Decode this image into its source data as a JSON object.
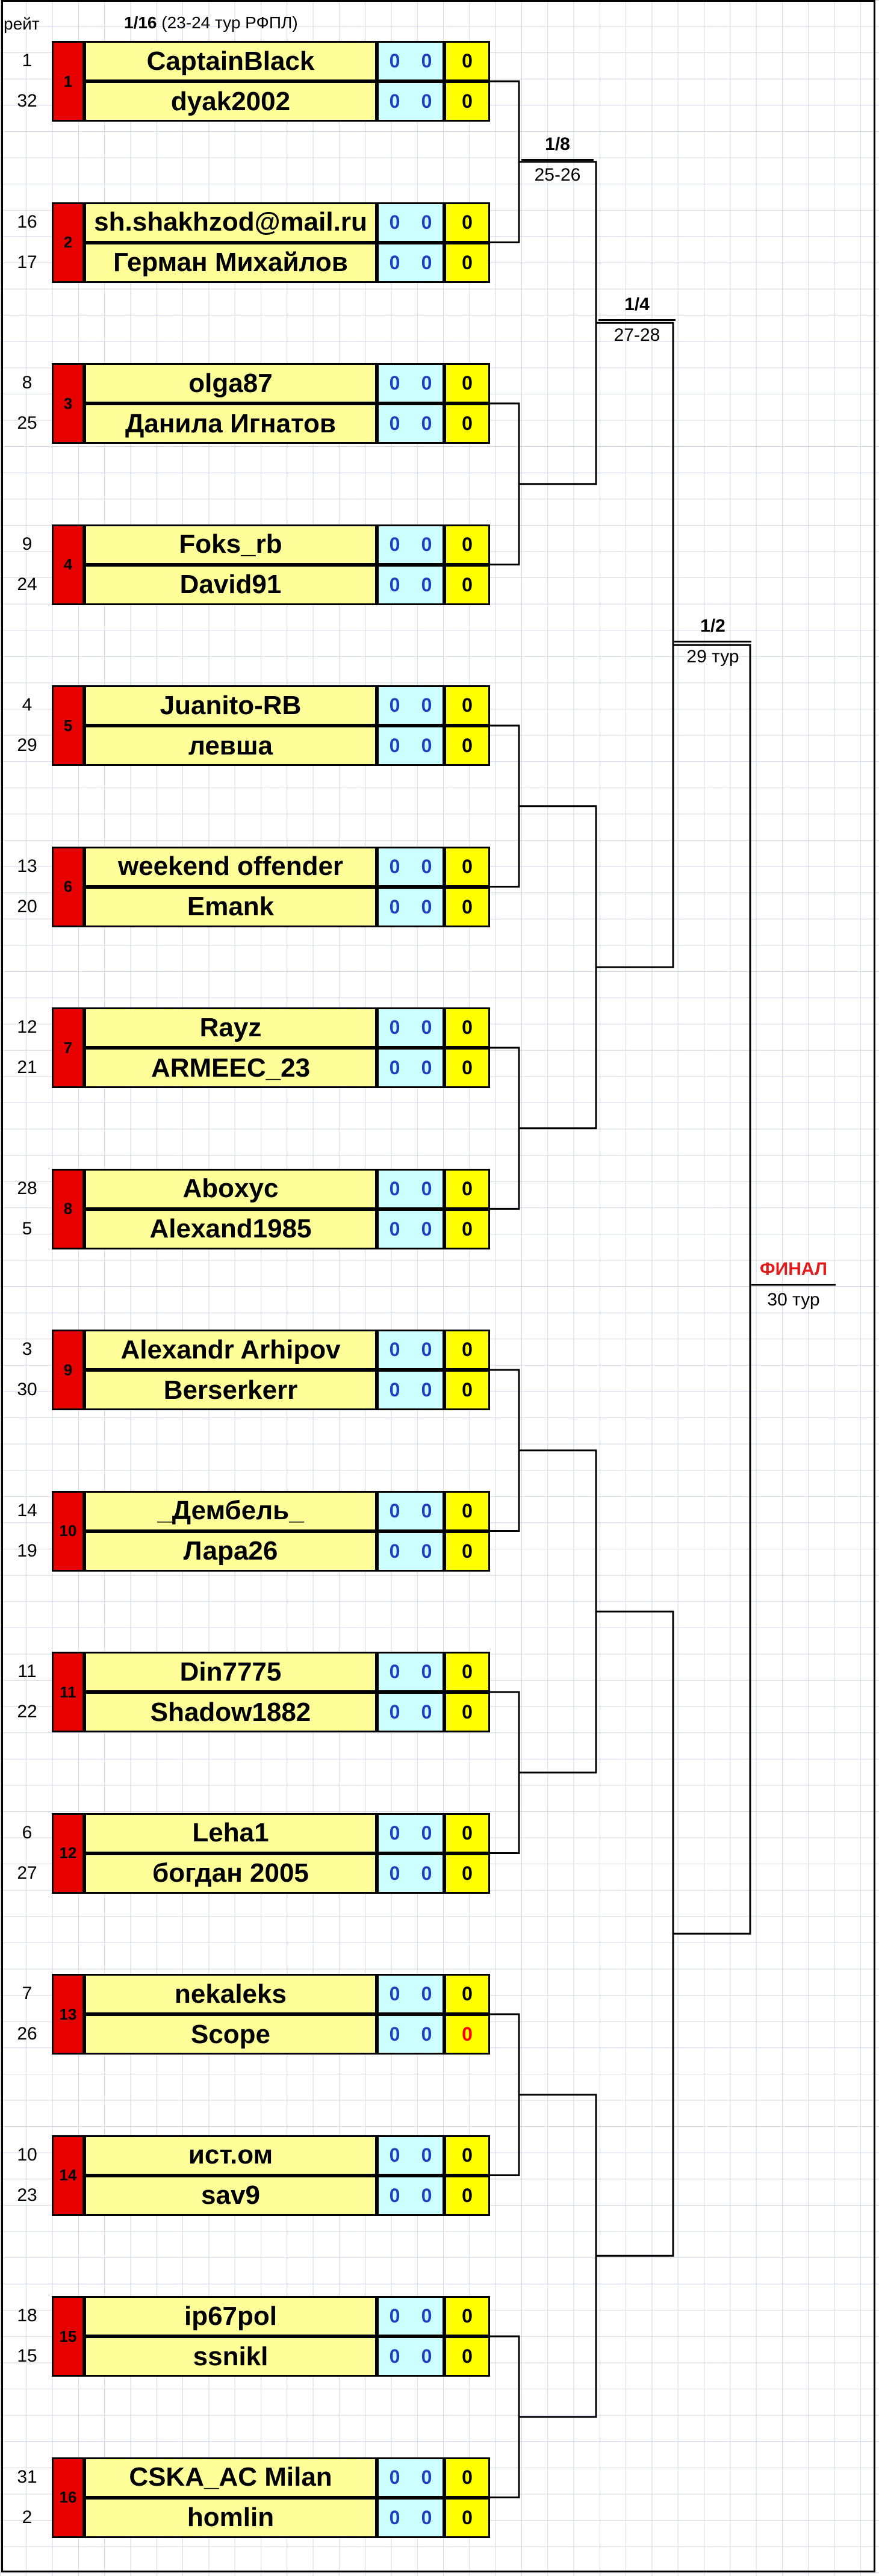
{
  "header": {
    "rating_label": "рейт",
    "round_label": "1/16",
    "round_sub": "(23-24 тур РФПЛ)"
  },
  "matches": [
    {
      "num": "1",
      "p1": {
        "seed": "1",
        "name": "CaptainBlack",
        "s1": "0",
        "s2": "0",
        "total": "0"
      },
      "p2": {
        "seed": "32",
        "name": "dyak2002",
        "s1": "0",
        "s2": "0",
        "total": "0"
      }
    },
    {
      "num": "2",
      "p1": {
        "seed": "16",
        "name": "sh.shakhzod@mail.ru",
        "s1": "0",
        "s2": "0",
        "total": "0"
      },
      "p2": {
        "seed": "17",
        "name": "Герман Михайлов",
        "s1": "0",
        "s2": "0",
        "total": "0"
      }
    },
    {
      "num": "3",
      "p1": {
        "seed": "8",
        "name": "olga87",
        "s1": "0",
        "s2": "0",
        "total": "0"
      },
      "p2": {
        "seed": "25",
        "name": "Данила Игнатов",
        "s1": "0",
        "s2": "0",
        "total": "0"
      }
    },
    {
      "num": "4",
      "p1": {
        "seed": "9",
        "name": "Foks_rb",
        "s1": "0",
        "s2": "0",
        "total": "0"
      },
      "p2": {
        "seed": "24",
        "name": "David91",
        "s1": "0",
        "s2": "0",
        "total": "0"
      }
    },
    {
      "num": "5",
      "p1": {
        "seed": "4",
        "name": "Juanito-RB",
        "s1": "0",
        "s2": "0",
        "total": "0"
      },
      "p2": {
        "seed": "29",
        "name": "левша",
        "s1": "0",
        "s2": "0",
        "total": "0"
      }
    },
    {
      "num": "6",
      "p1": {
        "seed": "13",
        "name": "weekend offender",
        "s1": "0",
        "s2": "0",
        "total": "0"
      },
      "p2": {
        "seed": "20",
        "name": "Emank",
        "s1": "0",
        "s2": "0",
        "total": "0"
      }
    },
    {
      "num": "7",
      "p1": {
        "seed": "12",
        "name": "Rayz",
        "s1": "0",
        "s2": "0",
        "total": "0"
      },
      "p2": {
        "seed": "21",
        "name": "ARMEEC_23",
        "s1": "0",
        "s2": "0",
        "total": "0"
      }
    },
    {
      "num": "8",
      "p1": {
        "seed": "28",
        "name": "Aboxyc",
        "s1": "0",
        "s2": "0",
        "total": "0"
      },
      "p2": {
        "seed": "5",
        "name": "Alexand1985",
        "s1": "0",
        "s2": "0",
        "total": "0"
      }
    },
    {
      "num": "9",
      "p1": {
        "seed": "3",
        "name": "Alexandr Arhipov",
        "s1": "0",
        "s2": "0",
        "total": "0"
      },
      "p2": {
        "seed": "30",
        "name": "Berserkerr",
        "s1": "0",
        "s2": "0",
        "total": "0"
      }
    },
    {
      "num": "10",
      "p1": {
        "seed": "14",
        "name": "_Дембель_",
        "s1": "0",
        "s2": "0",
        "total": "0"
      },
      "p2": {
        "seed": "19",
        "name": "Лара26",
        "s1": "0",
        "s2": "0",
        "total": "0"
      }
    },
    {
      "num": "11",
      "p1": {
        "seed": "11",
        "name": "Din7775",
        "s1": "0",
        "s2": "0",
        "total": "0"
      },
      "p2": {
        "seed": "22",
        "name": "Shadow1882",
        "s1": "0",
        "s2": "0",
        "total": "0"
      }
    },
    {
      "num": "12",
      "p1": {
        "seed": "6",
        "name": "Leha1",
        "s1": "0",
        "s2": "0",
        "total": "0"
      },
      "p2": {
        "seed": "27",
        "name": "богдан 2005",
        "s1": "0",
        "s2": "0",
        "total": "0"
      }
    },
    {
      "num": "13",
      "p1": {
        "seed": "7",
        "name": "nekaleks",
        "s1": "0",
        "s2": "0",
        "total": "0"
      },
      "p2": {
        "seed": "26",
        "name": "Scope",
        "s1": "0",
        "s2": "0",
        "total": "0",
        "total_highlight": true
      }
    },
    {
      "num": "14",
      "p1": {
        "seed": "10",
        "name": "ист.ом",
        "s1": "0",
        "s2": "0",
        "total": "0"
      },
      "p2": {
        "seed": "23",
        "name": "sav9",
        "s1": "0",
        "s2": "0",
        "total": "0"
      }
    },
    {
      "num": "15",
      "p1": {
        "seed": "18",
        "name": "ip67pol",
        "s1": "0",
        "s2": "0",
        "total": "0"
      },
      "p2": {
        "seed": "15",
        "name": "ssnikl",
        "s1": "0",
        "s2": "0",
        "total": "0"
      }
    },
    {
      "num": "16",
      "p1": {
        "seed": "31",
        "name": "CSKA_AC Milan",
        "s1": "0",
        "s2": "0",
        "total": "0"
      },
      "p2": {
        "seed": "2",
        "name": "homlin",
        "s1": "0",
        "s2": "0",
        "total": "0"
      }
    }
  ],
  "rounds": [
    {
      "title": "1/8",
      "sub": "25-26"
    },
    {
      "title": "1/4",
      "sub": "27-28"
    },
    {
      "title": "1/2",
      "sub": "29 тур"
    },
    {
      "title": "ФИНАЛ",
      "sub": "30 тур"
    }
  ],
  "colors": {
    "seed_red": "#e60000",
    "name_yellow": "#ffff99",
    "score_cyan": "#ccffff",
    "total_yellow": "#ffff00",
    "final_red": "#e21b1b"
  }
}
